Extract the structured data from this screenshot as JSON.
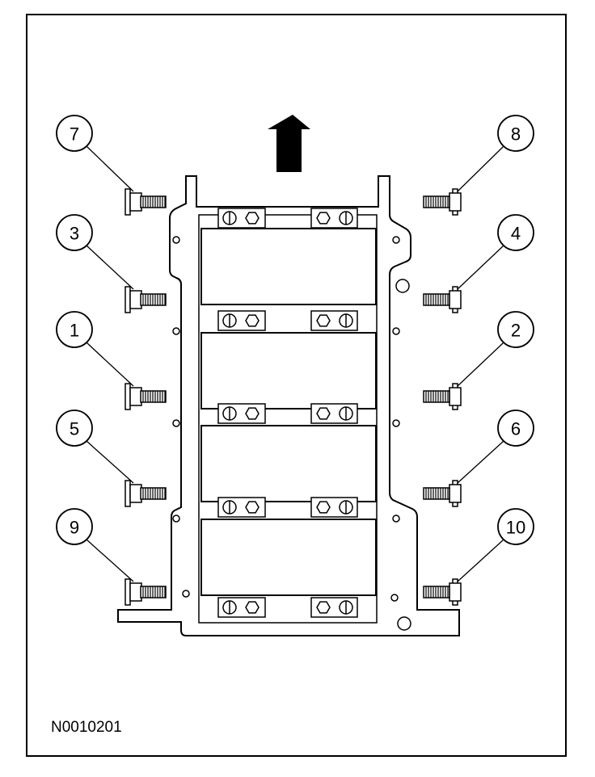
{
  "figure": {
    "id": "N0010201",
    "colors": {
      "line": "#000000",
      "background": "#ffffff"
    },
    "arrow_icon": "up-arrow-icon",
    "bolt_icon": "flange-bolt-icon",
    "callouts": [
      {
        "label": "7",
        "side": "left",
        "row": 0
      },
      {
        "label": "8",
        "side": "right",
        "row": 0
      },
      {
        "label": "3",
        "side": "left",
        "row": 1
      },
      {
        "label": "4",
        "side": "right",
        "row": 1
      },
      {
        "label": "1",
        "side": "left",
        "row": 2
      },
      {
        "label": "2",
        "side": "right",
        "row": 2
      },
      {
        "label": "5",
        "side": "left",
        "row": 3
      },
      {
        "label": "6",
        "side": "right",
        "row": 3
      },
      {
        "label": "9",
        "side": "left",
        "row": 4
      },
      {
        "label": "10",
        "side": "right",
        "row": 4
      }
    ]
  }
}
